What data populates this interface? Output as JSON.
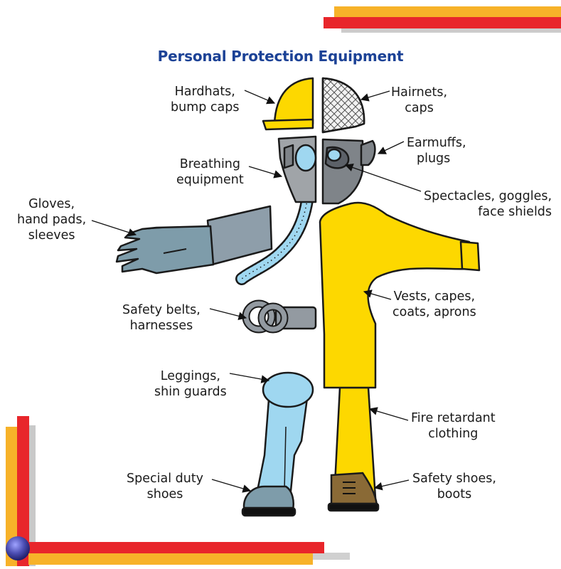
{
  "title": "Personal Protection Equipment",
  "labels": {
    "hardhats": [
      "Hardhats,",
      "bump caps"
    ],
    "hairnets": [
      "Hairnets,",
      "caps"
    ],
    "earmuffs": [
      "Earmuffs,",
      "plugs"
    ],
    "breathing": [
      "Breathing",
      "equipment"
    ],
    "spectacles": [
      "Spectacles, goggles,",
      "face shields"
    ],
    "gloves": [
      "Gloves,",
      "hand pads,",
      "sleeves"
    ],
    "vests": [
      "Vests, capes,",
      "coats, aprons"
    ],
    "belts": [
      "Safety belts,",
      "harnesses"
    ],
    "leggings": [
      "Leggings,",
      "shin guards"
    ],
    "fire": [
      "Fire retardant",
      "clothing"
    ],
    "special_shoes": [
      "Special duty",
      "shoes"
    ],
    "safety_shoes": [
      "Safety shoes,",
      "boots"
    ]
  },
  "colors": {
    "title": "#1c4296",
    "bar_red": "#e8262b",
    "bar_yellow": "#f7b229",
    "suit_yellow": "#fdd800",
    "light_blue": "#9fd7f0",
    "gray": "#939aa1",
    "steel": "#7e9caa",
    "boot_brown": "#8a6a36",
    "ball": "#4d4fb4"
  }
}
